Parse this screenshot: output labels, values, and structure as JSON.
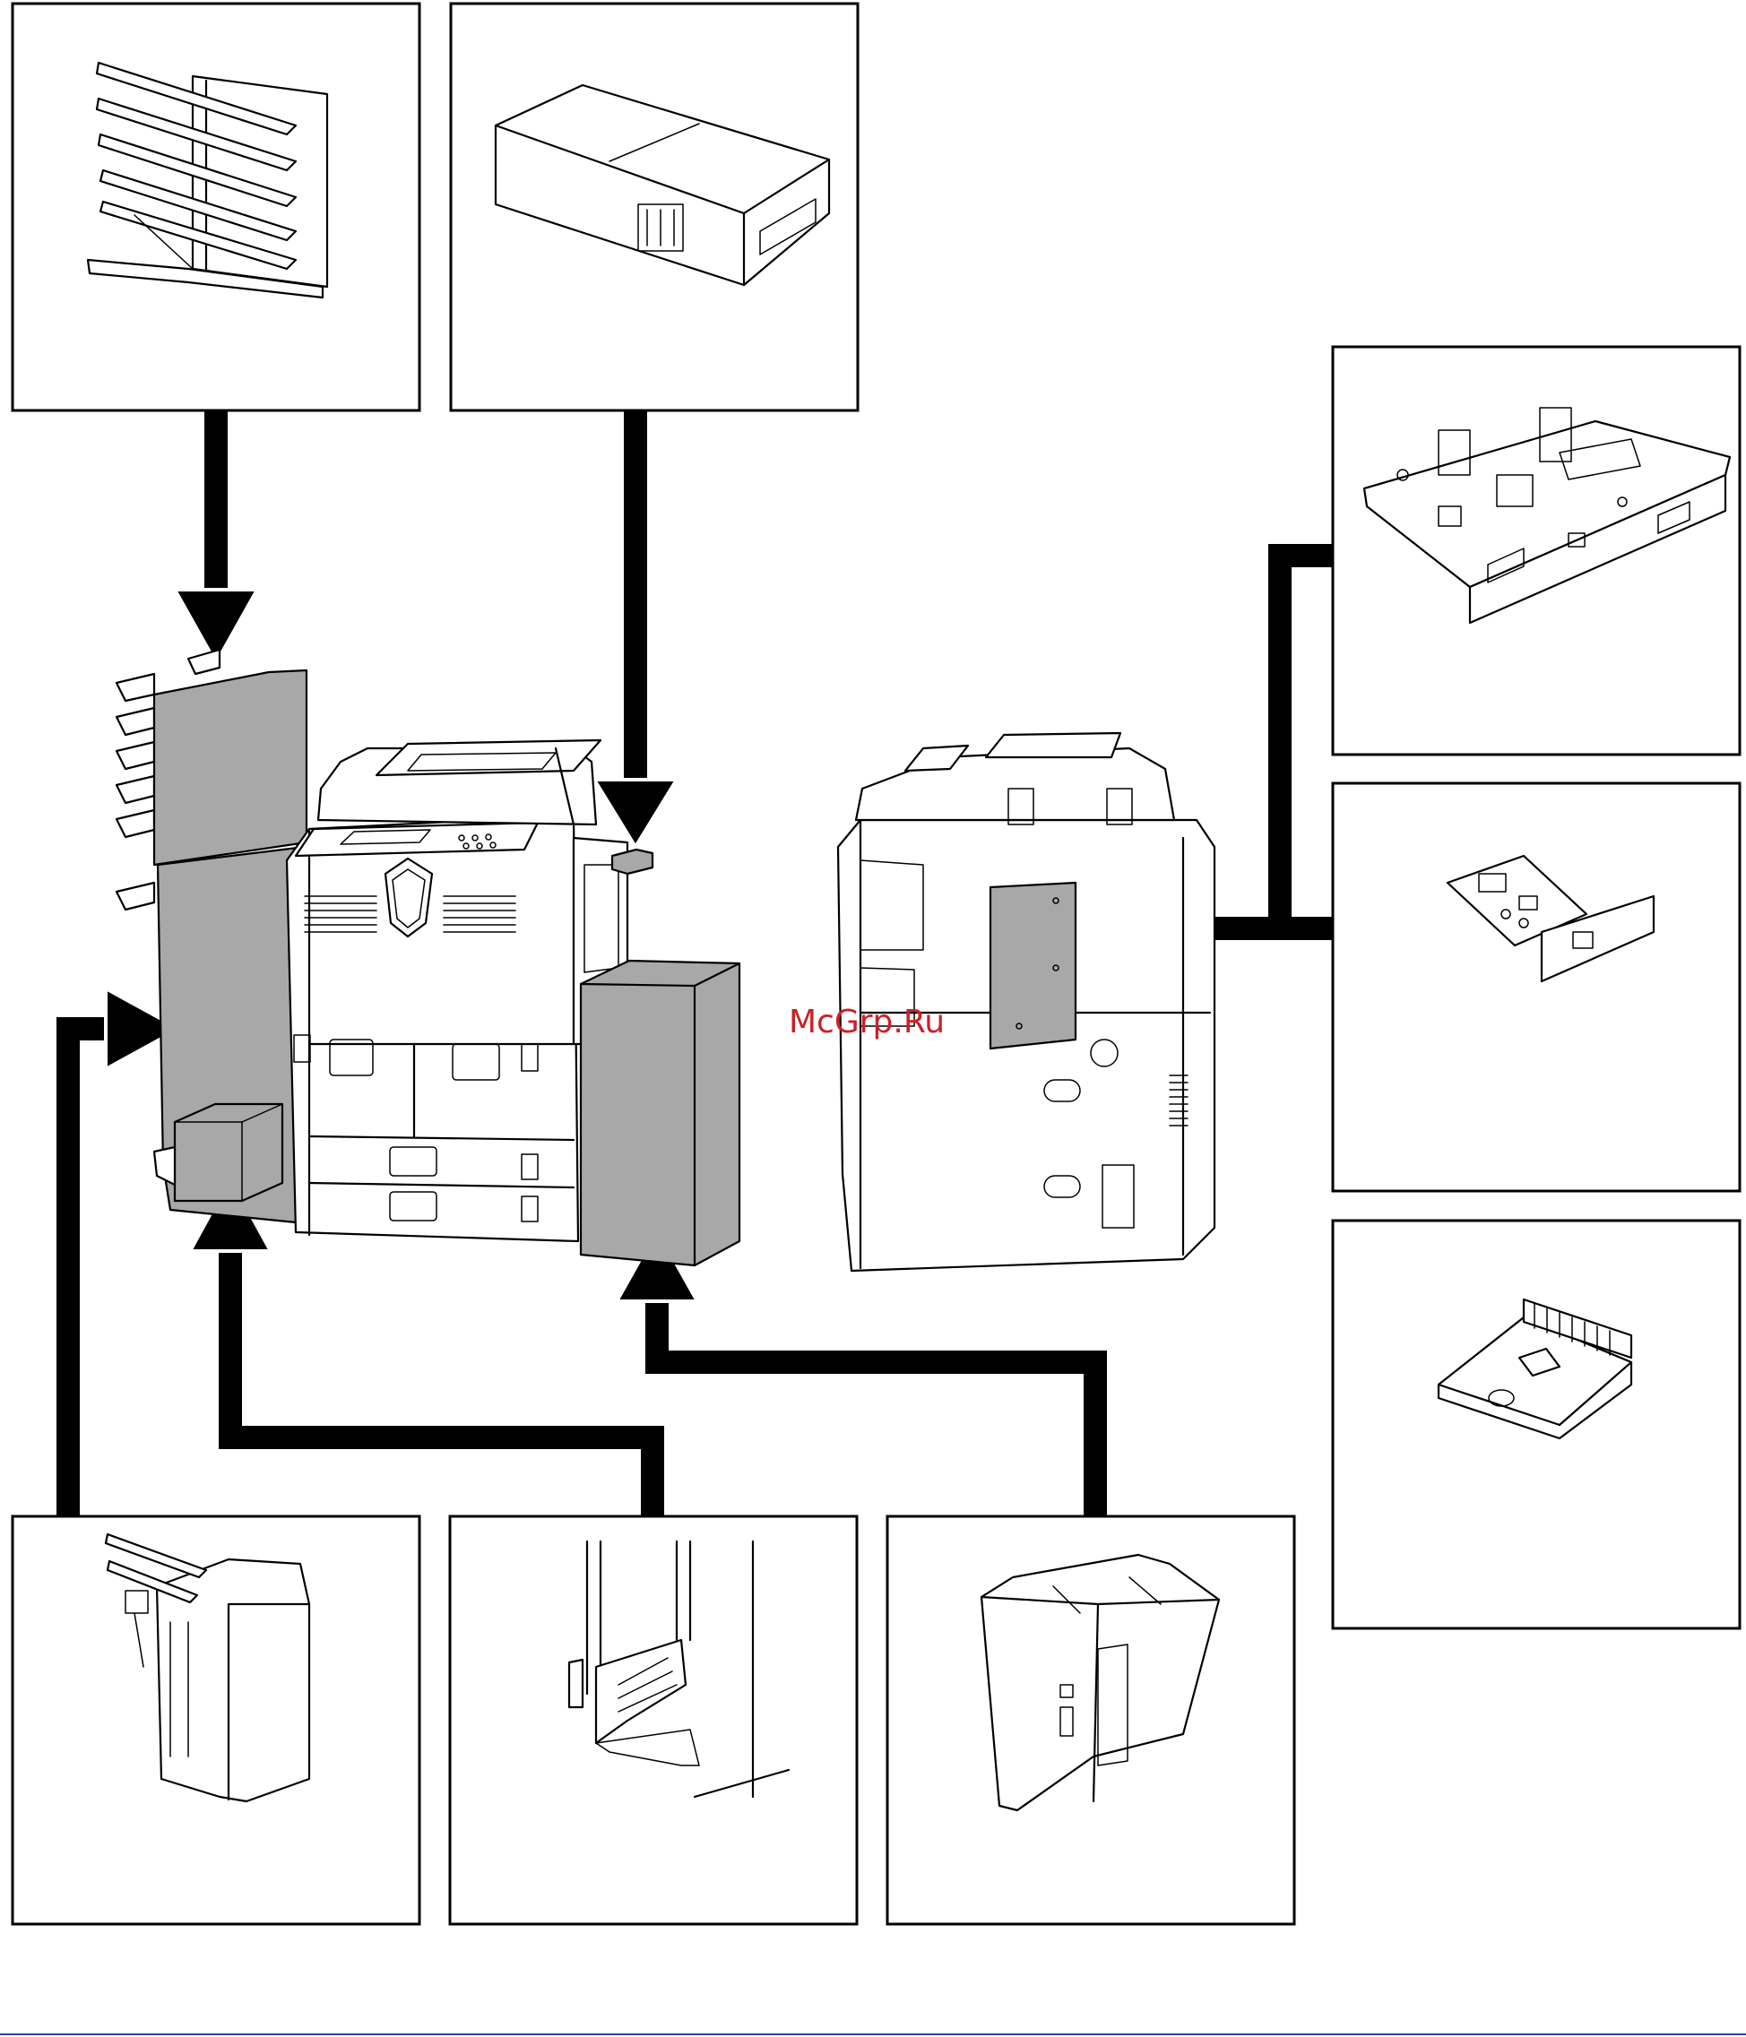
{
  "watermark": {
    "text": "McGrp.Ru",
    "color": "#cc2027"
  },
  "colors": {
    "highlight": "#a8a8a8",
    "line": "#000000",
    "bottom_rule": "#2d44a8"
  },
  "diagram": {
    "main_unit": "copier-front-view-icon",
    "rear_unit": "copier-rear-view-icon",
    "options": [
      {
        "id": "multi-tray-finisher",
        "icon": "mailbox-tray-icon"
      },
      {
        "id": "key-counter",
        "icon": "key-counter-icon"
      },
      {
        "id": "printer-board",
        "icon": "circuit-board-icon"
      },
      {
        "id": "network-card",
        "icon": "network-card-icon"
      },
      {
        "id": "memory-module",
        "icon": "chip-module-icon"
      },
      {
        "id": "document-finisher",
        "icon": "finisher-icon"
      },
      {
        "id": "folding-unit",
        "icon": "folding-unit-icon"
      },
      {
        "id": "side-feeder",
        "icon": "side-feeder-icon"
      }
    ]
  }
}
